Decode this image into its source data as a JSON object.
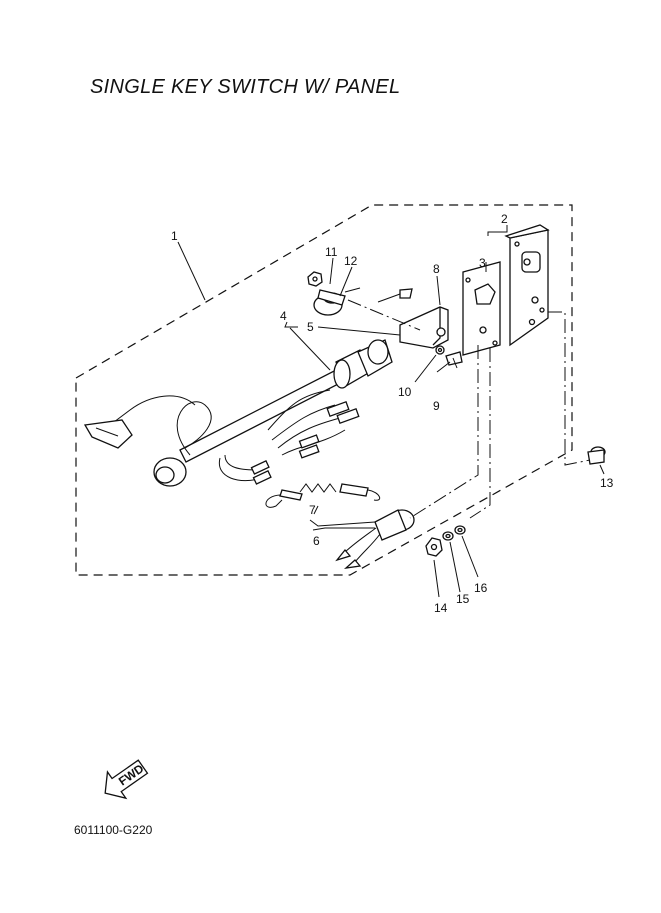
{
  "title": "SINGLE KEY SWITCH W/ PANEL",
  "diagram_code": "6011100-G220",
  "fwd_label": "FWD",
  "callouts": {
    "c1": "1",
    "c2": "2",
    "c3": "3",
    "c4": "4",
    "c5": "5",
    "c6": "6",
    "c7": "7",
    "c8": "8",
    "c9": "9",
    "c10": "10",
    "c11": "11",
    "c12": "12",
    "c13": "13",
    "c14": "14",
    "c15": "15",
    "c16": "16"
  }
}
